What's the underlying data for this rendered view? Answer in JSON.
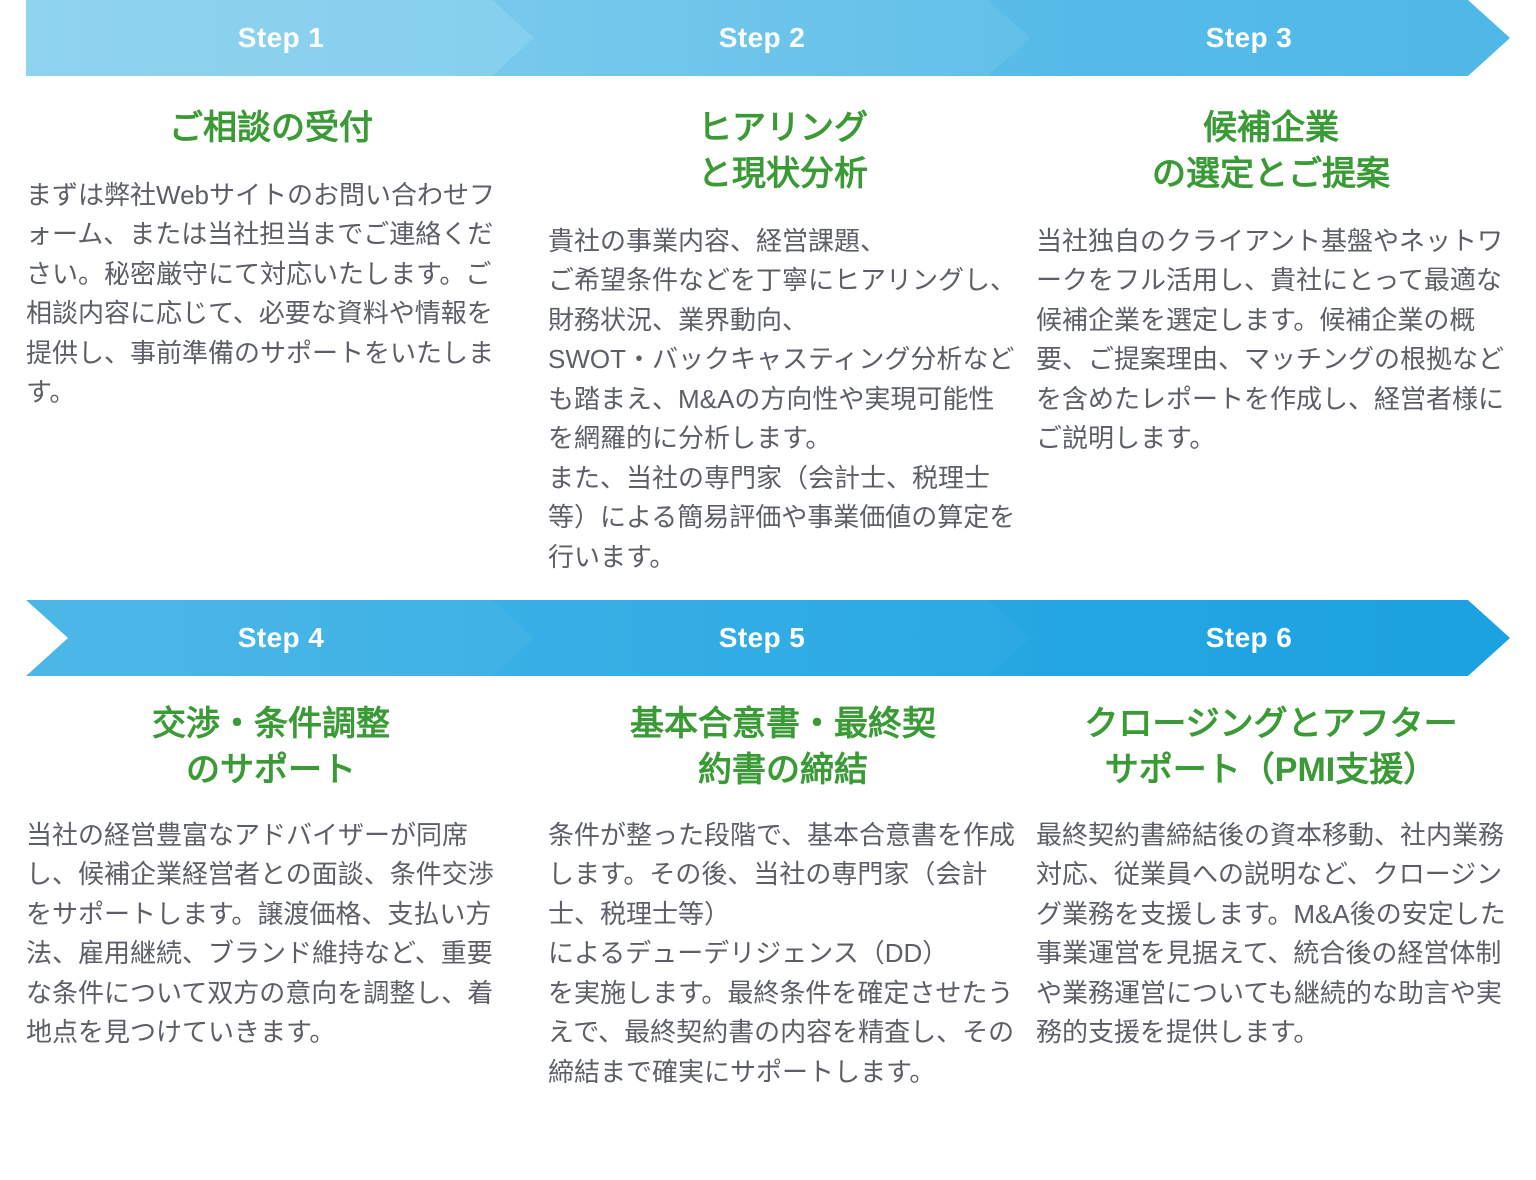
{
  "meta": {
    "accent_blue_light": "#8fd3ef",
    "accent_blue_dark": "#1ba2e0",
    "heading_green": "#3a9a35",
    "body_gray": "#5c6066"
  },
  "rows": [
    {
      "steps": [
        {
          "step_label": "Step 1",
          "heading": "ご相談の受付",
          "body": "まずは弊社Webサイトのお問い合わせフォーム、または当社担当までご連絡ください。秘密厳守にて対応いたします。ご相談内容に応じて、必要な資料や情報を提供し、事前準備のサポートをいたします。"
        },
        {
          "step_label": "Step 2",
          "heading": "ヒアリング\nと現状分析",
          "body": "貴社の事業内容、経営課題、\nご希望条件などを丁寧にヒアリングし、財務状況、業界動向、\nSWOT・バックキャスティング分析なども踏まえ、M&Aの方向性や実現可能性を網羅的に分析します。\nまた、当社の専門家（会計士、税理士等）による簡易評価や事業価値の算定を行います。"
        },
        {
          "step_label": "Step 3",
          "heading": "候補企業\nの選定とご提案",
          "body": "当社独自のクライアント基盤やネットワークをフル活用し、貴社にとって最適な候補企業を選定します。候補企業の概要、ご提案理由、マッチングの根拠などを含めたレポートを作成し、経営者様にご説明します。"
        }
      ]
    },
    {
      "steps": [
        {
          "step_label": "Step 4",
          "heading": "交渉・条件調整\nのサポート",
          "body": "当社の経営豊富なアドバイザーが同席し、候補企業経営者との面談、条件交渉をサポートします。譲渡価格、支払い方法、雇用継続、ブランド維持など、重要な条件について双方の意向を調整し、着地点を見つけていきます。"
        },
        {
          "step_label": "Step 5",
          "heading": "基本合意書・最終契\n約書の締結",
          "body": "条件が整った段階で、基本合意書を作成します。その後、当社の専門家（会計士、税理士等）\nによるデューデリジェンス（DD）\nを実施します。最終条件を確定させたうえで、最終契約書の内容を精査し、その締結まで確実にサポートします。"
        },
        {
          "step_label": "Step 6",
          "heading": "クロージングとアフター\nサポート（PMI支援）",
          "body": "最終契約書締結後の資本移動、社内業務対応、従業員への説明など、クロージング業務を支援します。M&A後の安定した事業運営を見据えて、統合後の経営体制や業務運営についても継続的な助言や実務的支援を提供します。"
        }
      ]
    }
  ]
}
